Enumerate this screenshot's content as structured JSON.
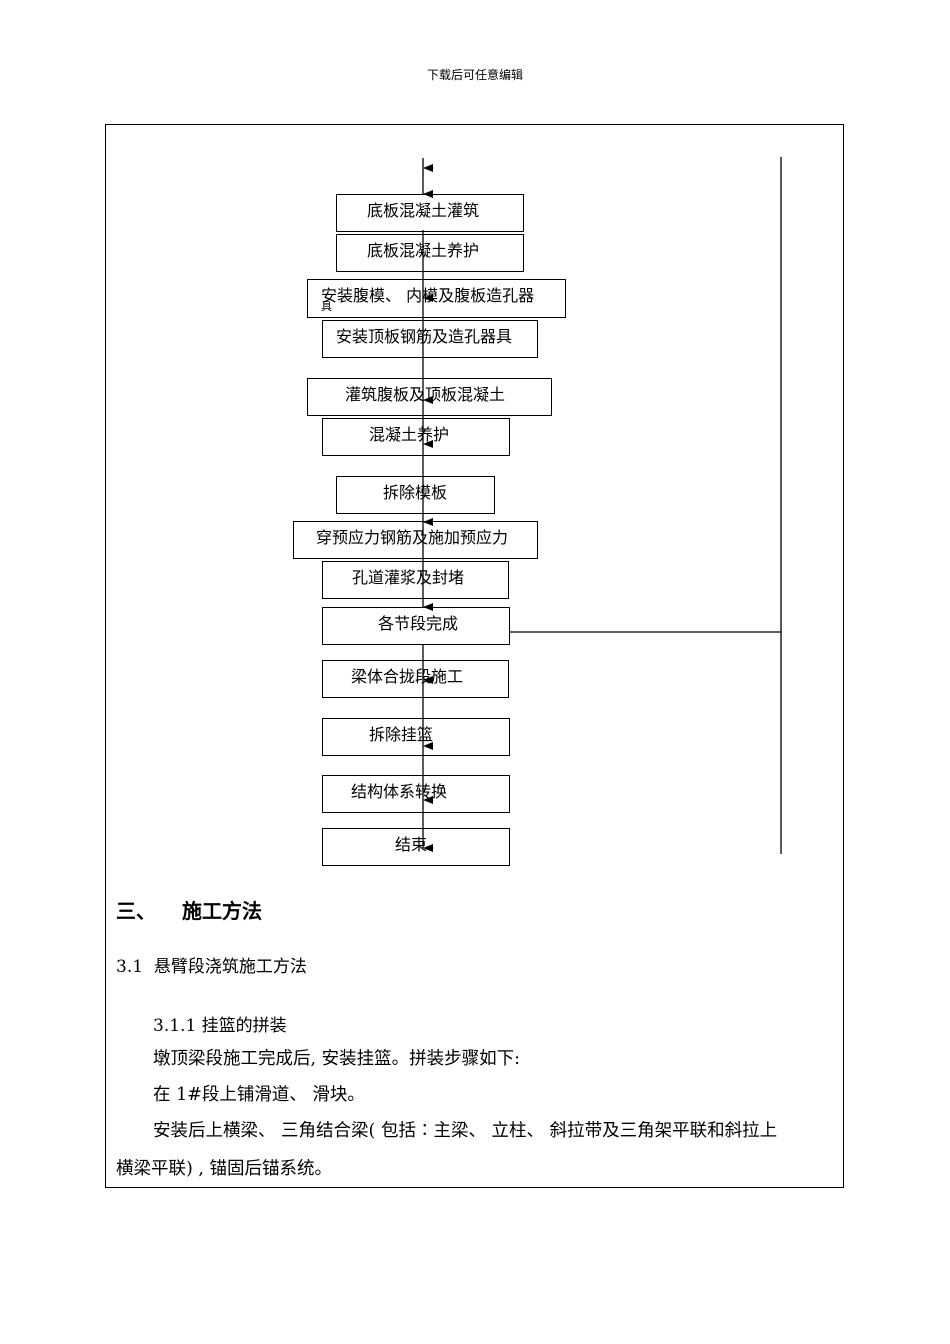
{
  "header_note": "下载后可任意编辑",
  "flowchart": {
    "steps": [
      "底板混凝土灌筑",
      "底板混凝土养护",
      "安装腹模、 内模及腹板造孔器",
      "具",
      "安装顶板钢筋及造孔器具",
      "灌筑腹板及顶板混凝土",
      "混凝土养护",
      "拆除模板",
      "穿预应力钢筋及施加预应力",
      "孔道灌浆及封堵",
      "各节段完成",
      "梁体合拢段施工",
      "拆除挂篮",
      "结构体系转换",
      "结束"
    ]
  },
  "section": {
    "number": "三、",
    "title": "施工方法"
  },
  "subsection": "3.1  悬臂段浇筑施工方法",
  "subsubsection": "3.1.1 挂篮的拼装",
  "paragraphs": [
    "墩顶梁段施工完成后, 安装挂篮。拼装步骤如下:",
    "在 1#段上铺滑道、 滑块。",
    "安装后上横梁、 三角结合梁( 包括∶主梁、 立柱、 斜拉带及三角架平联和斜拉上",
    "横梁平联) , 锚固后锚系统。"
  ]
}
